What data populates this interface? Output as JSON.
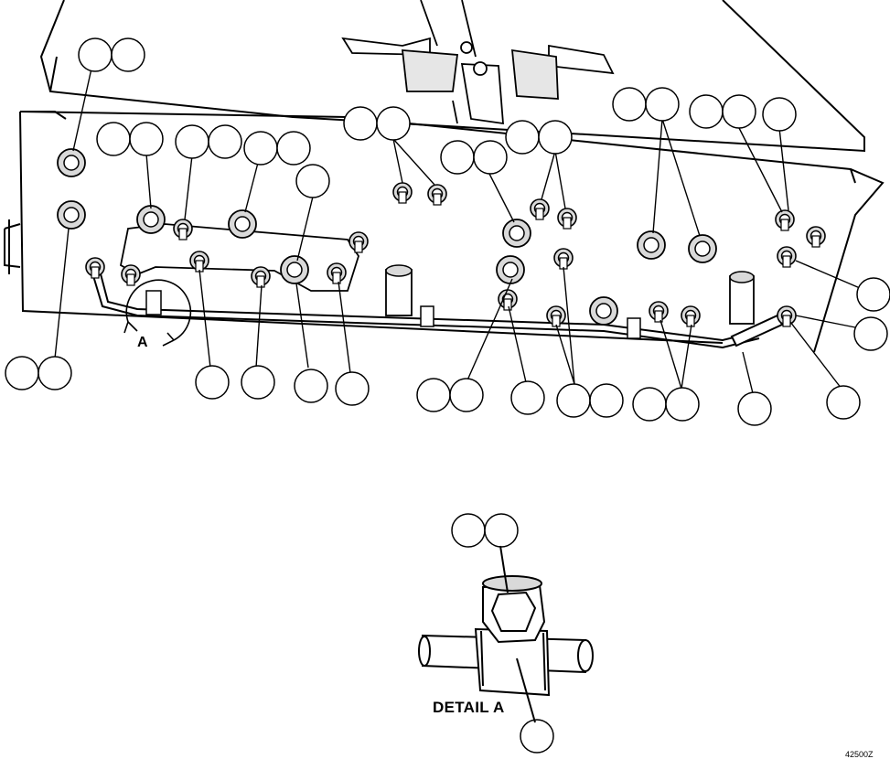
{
  "labels": {
    "detail_title": "DETAIL A",
    "view_letter": "A",
    "drawing_number": "42500Z"
  },
  "colors": {
    "ink": "#000000",
    "paper": "#ffffff",
    "shade": "#d9d9d9"
  }
}
